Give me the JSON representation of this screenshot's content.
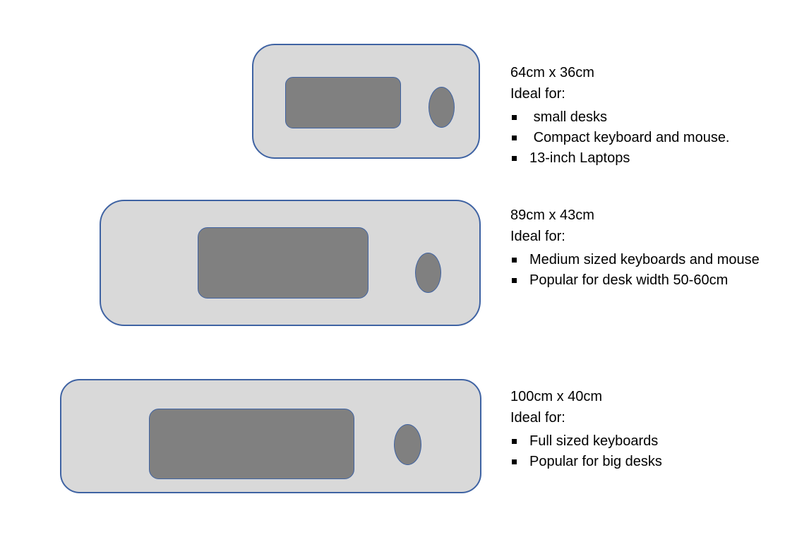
{
  "colors": {
    "background": "#ffffff",
    "mat_fill": "#d9d9d9",
    "device_fill": "#808080",
    "outline": "#3f63a3",
    "text": "#000000"
  },
  "sections": [
    {
      "name": "small-deskmat",
      "size_label": "64cm x 36cm",
      "ideal_label": "Ideal for:",
      "bullets": [
        " small desks",
        " Compact keyboard and mouse.",
        "13-inch Laptops"
      ]
    },
    {
      "name": "medium-deskmat",
      "size_label": "89cm x 43cm",
      "ideal_label": "Ideal for:",
      "bullets": [
        "Medium sized keyboards and mouse",
        "Popular for desk width 50-60cm"
      ]
    },
    {
      "name": "large-deskmat",
      "size_label": "100cm x 40cm",
      "ideal_label": "Ideal for:",
      "bullets": [
        "Full sized keyboards",
        "Popular for big desks"
      ]
    }
  ]
}
